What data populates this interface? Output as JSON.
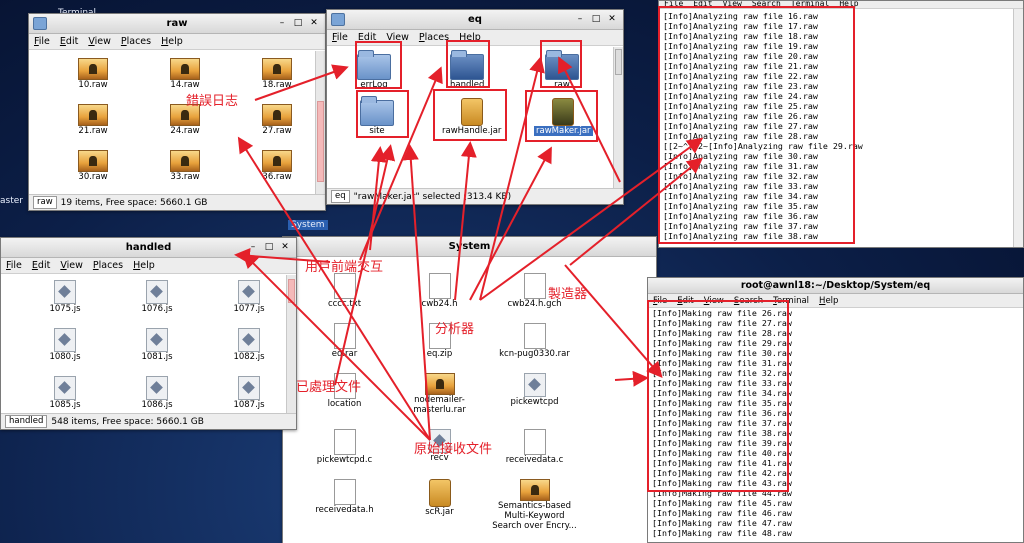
{
  "desktop": {
    "terminal_label": "Terminal",
    "aster_label": "aster",
    "system_label": "System"
  },
  "raw_window": {
    "title": "raw",
    "menu": [
      "File",
      "Edit",
      "View",
      "Places",
      "Help"
    ],
    "items": [
      "10.raw",
      "14.raw",
      "18.raw",
      "21.raw",
      "24.raw",
      "27.raw",
      "30.raw",
      "33.raw",
      "36.raw"
    ],
    "location": "raw",
    "status": "19 items, Free space: 5660.1 GB"
  },
  "eq_window": {
    "title": "eq",
    "menu": [
      "File",
      "Edit",
      "View",
      "Places",
      "Help"
    ],
    "items": {
      "errlog": "errLog",
      "handled": "handled",
      "raw": "raw",
      "site": "site",
      "rawhandle": "rawHandle.jar",
      "rawmaker": "rawMaker.jar"
    },
    "location": "eq",
    "status": "\"rawMaker.jar\" selected (313.4 KB)"
  },
  "handled_window": {
    "title": "handled",
    "menu": [
      "File",
      "Edit",
      "View",
      "Places",
      "Help"
    ],
    "items": [
      "1075.js",
      "1076.js",
      "1077.js",
      "1080.js",
      "1081.js",
      "1082.js",
      "1085.js",
      "1086.js",
      "1087.js"
    ],
    "location": "handled",
    "status": "548 items, Free space: 5660.1 GB"
  },
  "system_window": {
    "title": "System",
    "items": {
      "cccc": "cccc.txt",
      "cwb24h": "cwb24.h",
      "cwb24hgch": "cwb24.h.gch",
      "eqrar": "eq.rar",
      "eqzip": "eq.zip",
      "kcn": "kcn-pug0330.rar",
      "location": "location",
      "nodemailer": "nodemailer-masterlu.rar",
      "pickewtcpd": "pickewtcpd",
      "pickewtcpdc": "pickewtcpd.c",
      "recv": "recv",
      "receivedatac": "receivedata.c",
      "receivedatah": "receivedata.h",
      "scr": "scR.jar",
      "semantics": "Semantics-based Multi-Keyword Search over Encry..."
    }
  },
  "term_top": {
    "menu": [
      "File",
      "Edit",
      "View",
      "Search",
      "Terminal",
      "Help"
    ],
    "lines": [
      "[Info]Analyzing raw file 16.raw",
      "[Info]Analyzing raw file 17.raw",
      "[Info]Analyzing raw file 18.raw",
      "[Info]Analyzing raw file 19.raw",
      "[Info]Analyzing raw file 20.raw",
      "[Info]Analyzing raw file 21.raw",
      "[Info]Analyzing raw file 22.raw",
      "[Info]Analyzing raw file 23.raw",
      "[Info]Analyzing raw file 24.raw",
      "[Info]Analyzing raw file 25.raw",
      "[Info]Analyzing raw file 26.raw",
      "[Info]Analyzing raw file 27.raw",
      "[Info]Analyzing raw file 28.raw",
      "[[2~^[[2~[Info]Analyzing raw file 29.raw",
      "[Info]Analyzing raw file 30.raw",
      "[Info]Analyzing raw file 31.raw",
      "[Info]Analyzing raw file 32.raw",
      "[Info]Analyzing raw file 33.raw",
      "[Info]Analyzing raw file 34.raw",
      "[Info]Analyzing raw file 35.raw",
      "[Info]Analyzing raw file 36.raw",
      "[Info]Analyzing raw file 37.raw",
      "[Info]Analyzing raw file 38.raw"
    ]
  },
  "term_bottom": {
    "title": "root@awnl18:~/Desktop/System/eq",
    "menu": [
      "File",
      "Edit",
      "View",
      "Search",
      "Terminal",
      "Help"
    ],
    "lines": [
      "[Info]Making raw file 26.raw",
      "[Info]Making raw file 27.raw",
      "[Info]Making raw file 28.raw",
      "[Info]Making raw file 29.raw",
      "[Info]Making raw file 30.raw",
      "[Info]Making raw file 31.raw",
      "[Info]Making raw file 32.raw",
      "[Info]Making raw file 33.raw",
      "[Info]Making raw file 34.raw",
      "[Info]Making raw file 35.raw",
      "[Info]Making raw file 36.raw",
      "[Info]Making raw file 37.raw",
      "[Info]Making raw file 38.raw",
      "[Info]Making raw file 39.raw",
      "[Info]Making raw file 40.raw",
      "[Info]Making raw file 41.raw",
      "[Info]Making raw file 42.raw",
      "[Info]Making raw file 43.raw",
      "[Info]Making raw file 44.raw",
      "[Info]Making raw file 45.raw",
      "[Info]Making raw file 46.raw",
      "[Info]Making raw file 47.raw",
      "[Info]Making raw file 48.raw"
    ]
  },
  "annotations": {
    "error_log": "錯誤日志",
    "user_interaction": "用戶前端交互",
    "analyzer": "分析器",
    "maker": "製造器",
    "processed": "已處理文件",
    "raw_receive": "原始接收文件"
  },
  "colors": {
    "annotation": "#e4202a",
    "desktop": "#0c1f48"
  }
}
